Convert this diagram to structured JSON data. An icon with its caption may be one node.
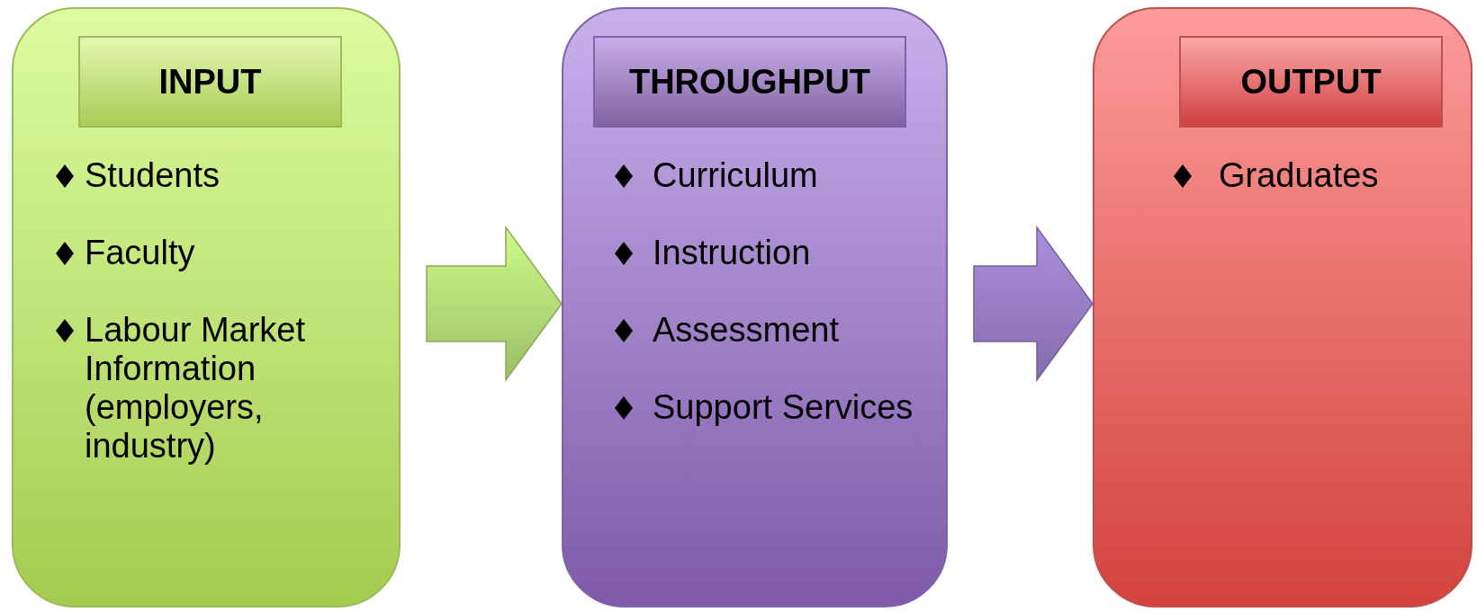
{
  "diagram": {
    "nodes": [
      {
        "text": [
          "Students",
          "Faculty",
          "Labour Market Information (employers, industry)"
        ]
      },
      {
        "text": [
          "INPUT"
        ],
        "in": 0
      },
      {
        "text": [
          "Curriculum",
          "Instruction",
          "Assessment",
          "Support Services"
        ]
      },
      {
        "text": [
          "THROUGHPUT"
        ],
        "in": 2
      },
      {
        "text": [
          "Graduates"
        ]
      },
      {
        "text": [
          "OUTPUT"
        ],
        "in": 4
      }
    ],
    "edges": [
      {
        "from": 0,
        "to": 2,
        "arrow": "to",
        "color": "#b8e07a"
      },
      {
        "from": 2,
        "to": 4,
        "arrow": "to",
        "color": "#9a80c8"
      }
    ]
  }
}
